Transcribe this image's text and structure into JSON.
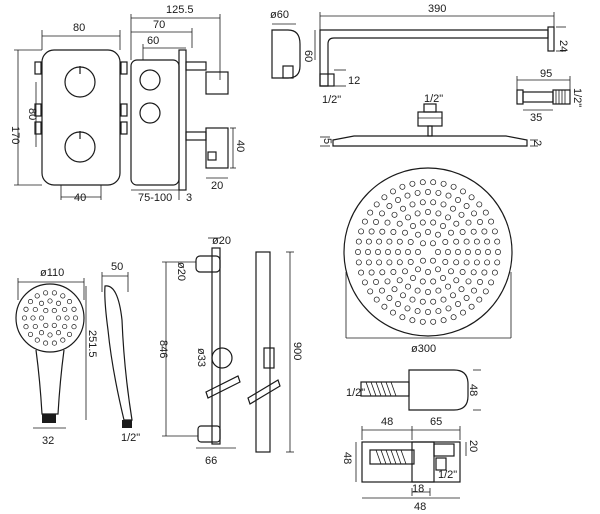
{
  "dims": {
    "valve_w": "80",
    "valve_h": "170",
    "valve_inner_h": "80",
    "valve_bottom_w": "40",
    "valve_depth_total": "125.5",
    "valve_depth_70": "70",
    "valve_depth_60": "60",
    "valve_depth_range": "75-100",
    "valve_depth_3": "3",
    "valve_outlet_40": "40",
    "valve_outlet_20": "20",
    "wall_outlet_dia": "ø60",
    "arm_length": "390",
    "arm_face_60": "60",
    "arm_pipe_12": "12",
    "arm_thread": "1/2\"",
    "arm_end_24": "24",
    "elbow_95": "95",
    "elbow_thread": "1/2\"",
    "elbow_35": "35",
    "head_thread": "1/2\"",
    "head_thickness_5": "5",
    "head_edge_2": "2",
    "head_dia": "ø300",
    "hand_dia": "ø110",
    "hand_depth": "50",
    "hand_length": "251.5",
    "hand_base": "32",
    "hand_thread": "1/2\"",
    "rail_dia": "ø20",
    "rail_bracket": "ø20",
    "rail_length": "846",
    "rail_slider": "ø33",
    "rail_base": "66",
    "rail_total": "900",
    "wo1_thread": "1/2\"",
    "wo1_48": "48",
    "wo2_48a": "48",
    "wo2_65": "65",
    "wo2_20": "20",
    "wo2_48b": "48",
    "wo2_thread": "1/2\"",
    "wo2_18": "18",
    "wo2_48c": "48"
  }
}
